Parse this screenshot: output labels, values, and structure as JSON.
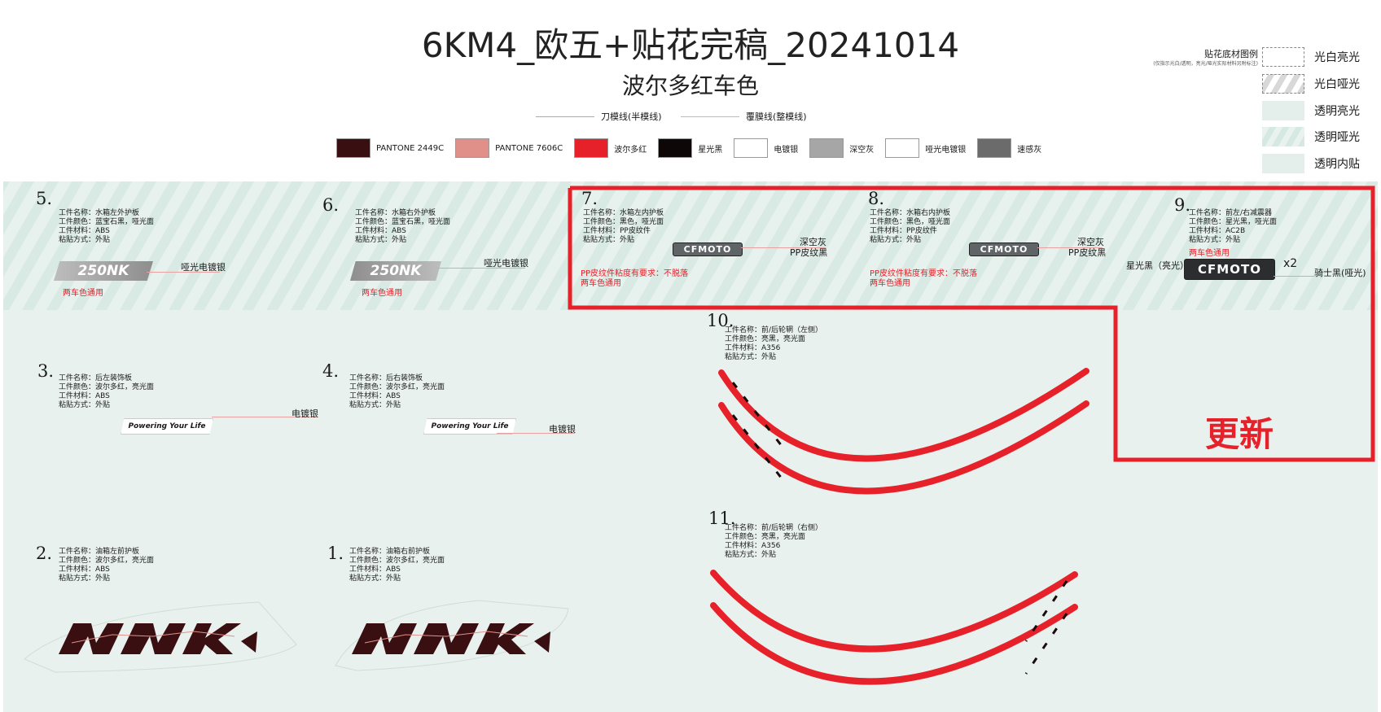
{
  "header": {
    "title": "6KM4_欧五+贴花完稿_20241014",
    "subtitle": "波尔多红车色",
    "line_legend": [
      {
        "label": "刀模线(半模线)",
        "color": "#f08c8c"
      },
      {
        "label": "覆膜线(整模线)",
        "color": "#8ccfd4"
      }
    ]
  },
  "swatches": [
    {
      "label": "PANTONE 2449C",
      "color": "#3a0f12"
    },
    {
      "label": "PANTONE 7606C",
      "color": "#e09088"
    },
    {
      "label": "波尔多红",
      "color": "#e6212a"
    },
    {
      "label": "星光黑",
      "color": "#0d0708"
    },
    {
      "label": "电镀银",
      "color": "#ffffff"
    },
    {
      "label": "深空灰",
      "color": "#a6a6a6"
    },
    {
      "label": "哑光电镀银",
      "color": "#ffffff"
    },
    {
      "label": "速感灰",
      "color": "#6b6b6b"
    }
  ],
  "material_legend": {
    "title": "贴花底材图例",
    "note": "(仅指示光白/透明，亮光/哑光实际材料另附标注)",
    "items": [
      {
        "label": "光白亮光"
      },
      {
        "label": "光白哑光"
      },
      {
        "label": "透明亮光"
      },
      {
        "label": "透明哑光"
      },
      {
        "label": "透明内贴"
      }
    ]
  },
  "items": {
    "i5": {
      "num": "5.",
      "specs": [
        "工件名称：水箱左外护板",
        "工件颜色：蓝宝石黑，哑光面",
        "工件材料：ABS",
        "粘贴方式：外贴"
      ],
      "badge": "250NK",
      "callout": "哑光电镀银",
      "note": "两车色通用"
    },
    "i6": {
      "num": "6.",
      "specs": [
        "工件名称：水箱右外护板",
        "工件颜色：蓝宝石黑，哑光面",
        "工件材料：ABS",
        "粘贴方式：外贴"
      ],
      "badge": "250NK",
      "callout": "哑光电镀银",
      "note": "两车色通用"
    },
    "i7": {
      "num": "7.",
      "specs": [
        "工件名称：水箱左内护板",
        "工件颜色：黑色，哑光面",
        "工件材料：PP皮纹件",
        "粘贴方式：外贴"
      ],
      "badge": "CFMOTO",
      "callout1": "深空灰",
      "callout2": "PP皮纹黑",
      "note1": "PP皮纹件粘度有要求：不脱落",
      "note2": "两车色通用"
    },
    "i8": {
      "num": "8.",
      "specs": [
        "工件名称：水箱右内护板",
        "工件颜色：黑色，哑光面",
        "工件材料：PP皮纹件",
        "粘贴方式：外贴"
      ],
      "badge": "CFMOTO",
      "callout1": "深空灰",
      "callout2": "PP皮纹黑",
      "note1": "PP皮纹件粘度有要求：不脱落",
      "note2": "两车色通用"
    },
    "i9": {
      "num": "9.",
      "specs": [
        "工件名称：前左/右减震器",
        "工件颜色：星光黑，哑光面",
        "工件材料：AC2B",
        "粘贴方式：外贴"
      ],
      "note": "两车色通用",
      "badge": "CFMOTO",
      "left_label": "星光黑（亮光）",
      "qty": "x2",
      "right_label": "骑士黑(哑光)"
    },
    "i3": {
      "num": "3.",
      "specs": [
        "工件名称：后左装饰板",
        "工件颜色：波尔多红，亮光面",
        "工件材料：ABS",
        "粘贴方式：外贴"
      ],
      "badge": "Powering Your Life",
      "callout": "电镀银"
    },
    "i4": {
      "num": "4.",
      "specs": [
        "工件名称：后右装饰板",
        "工件颜色：波尔多红，亮光面",
        "工件材料：ABS",
        "粘贴方式：外贴"
      ],
      "badge": "Powering Your Life",
      "callout": "电镀银"
    },
    "i2": {
      "num": "2.",
      "specs": [
        "工件名称：油箱左前护板",
        "工件颜色：波尔多红，亮光面",
        "工件材料：ABS",
        "粘贴方式：外贴"
      ]
    },
    "i1": {
      "num": "1.",
      "specs": [
        "工件名称：油箱右前护板",
        "工件颜色：波尔多红，亮光面",
        "工件材料：ABS",
        "粘贴方式：外贴"
      ]
    },
    "i10": {
      "num": "10.",
      "specs": [
        "工件名称：前/后轮辋（左侧）",
        "工件颜色：亮黑，亮光面",
        "工件材料：A356",
        "粘贴方式：外贴"
      ]
    },
    "i11": {
      "num": "11.",
      "specs": [
        "工件名称：前/后轮辋（右侧）",
        "工件颜色：亮黑，亮光面",
        "工件材料：A356",
        "粘贴方式：外贴"
      ]
    }
  },
  "update_label": "更新",
  "colors": {
    "accent_red": "#e6212a",
    "frame_red": "#e6212a"
  }
}
